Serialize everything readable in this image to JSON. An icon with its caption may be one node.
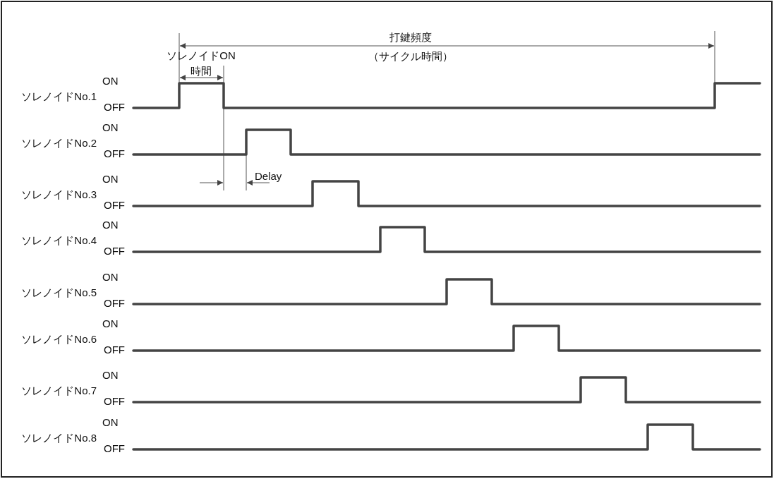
{
  "diagram": {
    "labels": [
      "打鍵頻度",
      "ソレノイドON",
      "（サイクル時間）",
      "時間",
      "ON",
      "ソレノイドNo.1",
      "OFF",
      "ON",
      "ソレノイドNo.2",
      "OFF",
      "Delay",
      "ON",
      "ソレノイドNo.3",
      "OFF",
      "ON",
      "ソレノイドNo.4",
      "OFF",
      "ON",
      "ソレノイドNo.5",
      "OFF",
      "ON",
      "ソレノイドNo.6",
      "OFF",
      "ON",
      "ソレノイドNo.7",
      "OFF",
      "ON",
      "ソレノイドNo.8",
      "OFF"
    ]
  }
}
